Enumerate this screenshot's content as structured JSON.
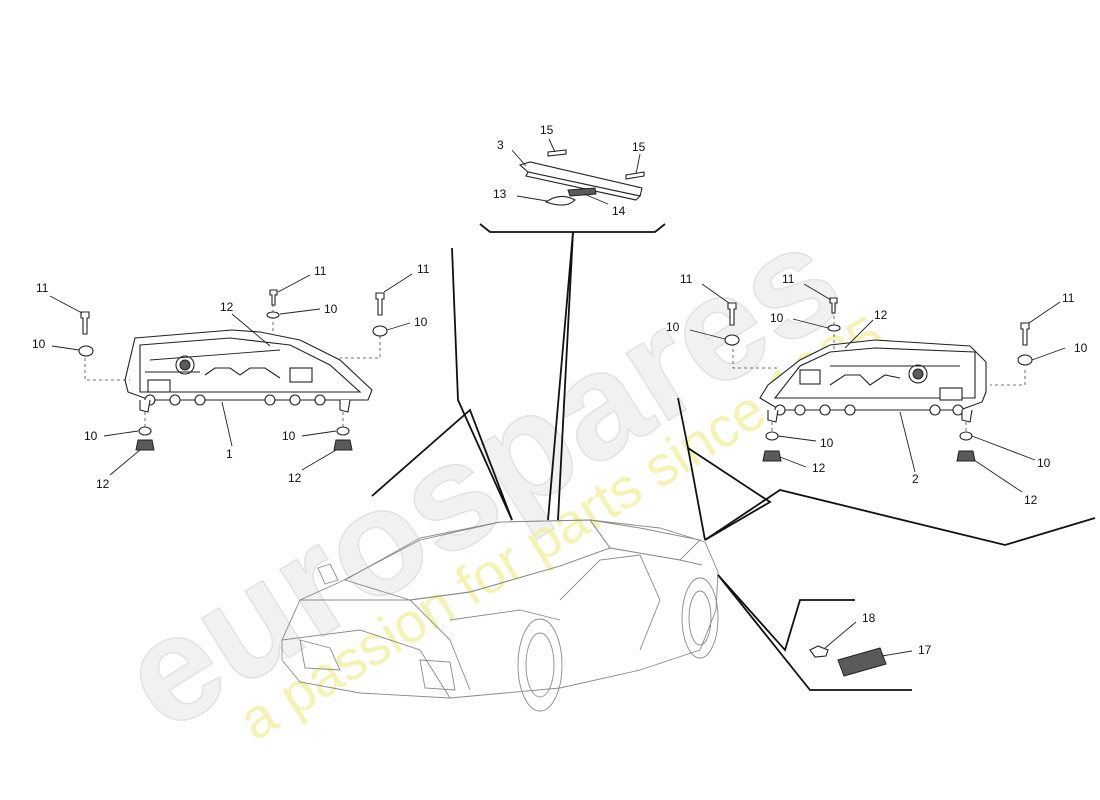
{
  "watermark": {
    "logo_text": "eurospares",
    "tagline": "a passion for parts since 1985"
  },
  "callouts": {
    "left_11_a": "11",
    "left_10_a": "10",
    "left_11_b": "11",
    "left_10_b": "10",
    "left_11_c": "11",
    "left_10_c": "10",
    "left_12_a": "12",
    "left_10_d": "10",
    "left_12_b": "12",
    "left_10_e": "10",
    "left_12_c": "12",
    "left_1": "1",
    "top_3": "3",
    "top_15_a": "15",
    "top_15_b": "15",
    "top_13": "13",
    "top_14": "14",
    "right_11_a": "11",
    "right_10_a": "10",
    "right_11_b": "11",
    "right_10_b": "10",
    "right_12_a": "12",
    "right_11_c": "11",
    "right_10_c": "10",
    "right_10_d": "10",
    "right_12_b": "12",
    "right_10_e": "10",
    "right_12_c": "12",
    "right_2": "2",
    "bottom_18": "18",
    "bottom_17": "17"
  }
}
